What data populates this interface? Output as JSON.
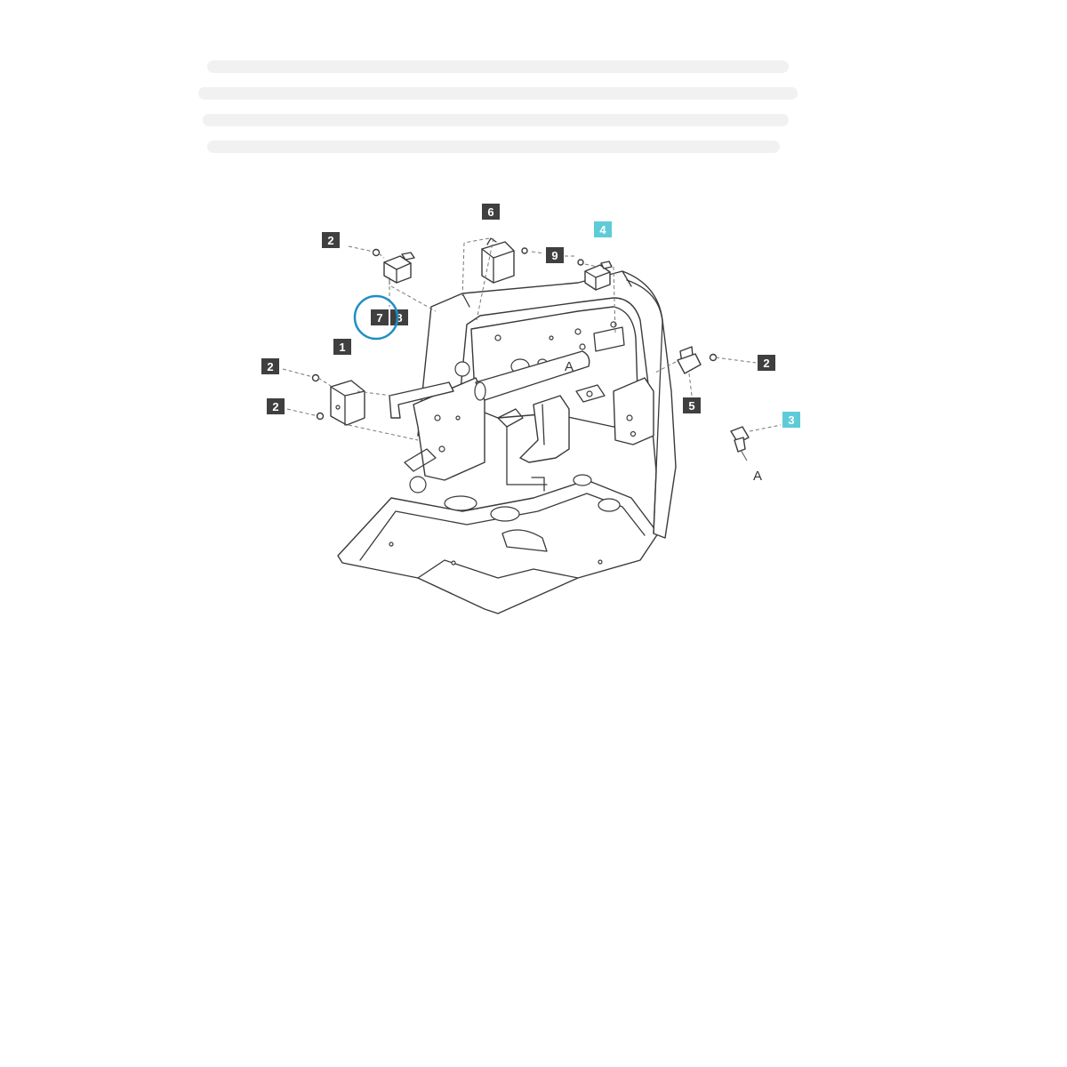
{
  "diagram": {
    "callouts": [
      {
        "id": "c2a",
        "text": "2",
        "style": "dark"
      },
      {
        "id": "c7",
        "text": "7",
        "style": "dark"
      },
      {
        "id": "c8",
        "text": "8",
        "style": "dark"
      },
      {
        "id": "c6",
        "text": "6",
        "style": "dark"
      },
      {
        "id": "c9",
        "text": "9",
        "style": "dark"
      },
      {
        "id": "c4",
        "text": "4",
        "style": "highlight"
      },
      {
        "id": "c1",
        "text": "1",
        "style": "dark"
      },
      {
        "id": "c2b",
        "text": "2",
        "style": "dark"
      },
      {
        "id": "c2c",
        "text": "2",
        "style": "dark"
      },
      {
        "id": "c2d",
        "text": "2",
        "style": "dark"
      },
      {
        "id": "c5",
        "text": "5",
        "style": "dark"
      },
      {
        "id": "c3",
        "text": "3",
        "style": "highlight"
      }
    ],
    "reference_letters": [
      "A",
      "A"
    ],
    "colors": {
      "callout_dark": "#3f3f3f",
      "callout_highlight": "#5ecbd8",
      "highlight_circle": "#1f8fc3",
      "line": "#3a3a3a"
    }
  }
}
